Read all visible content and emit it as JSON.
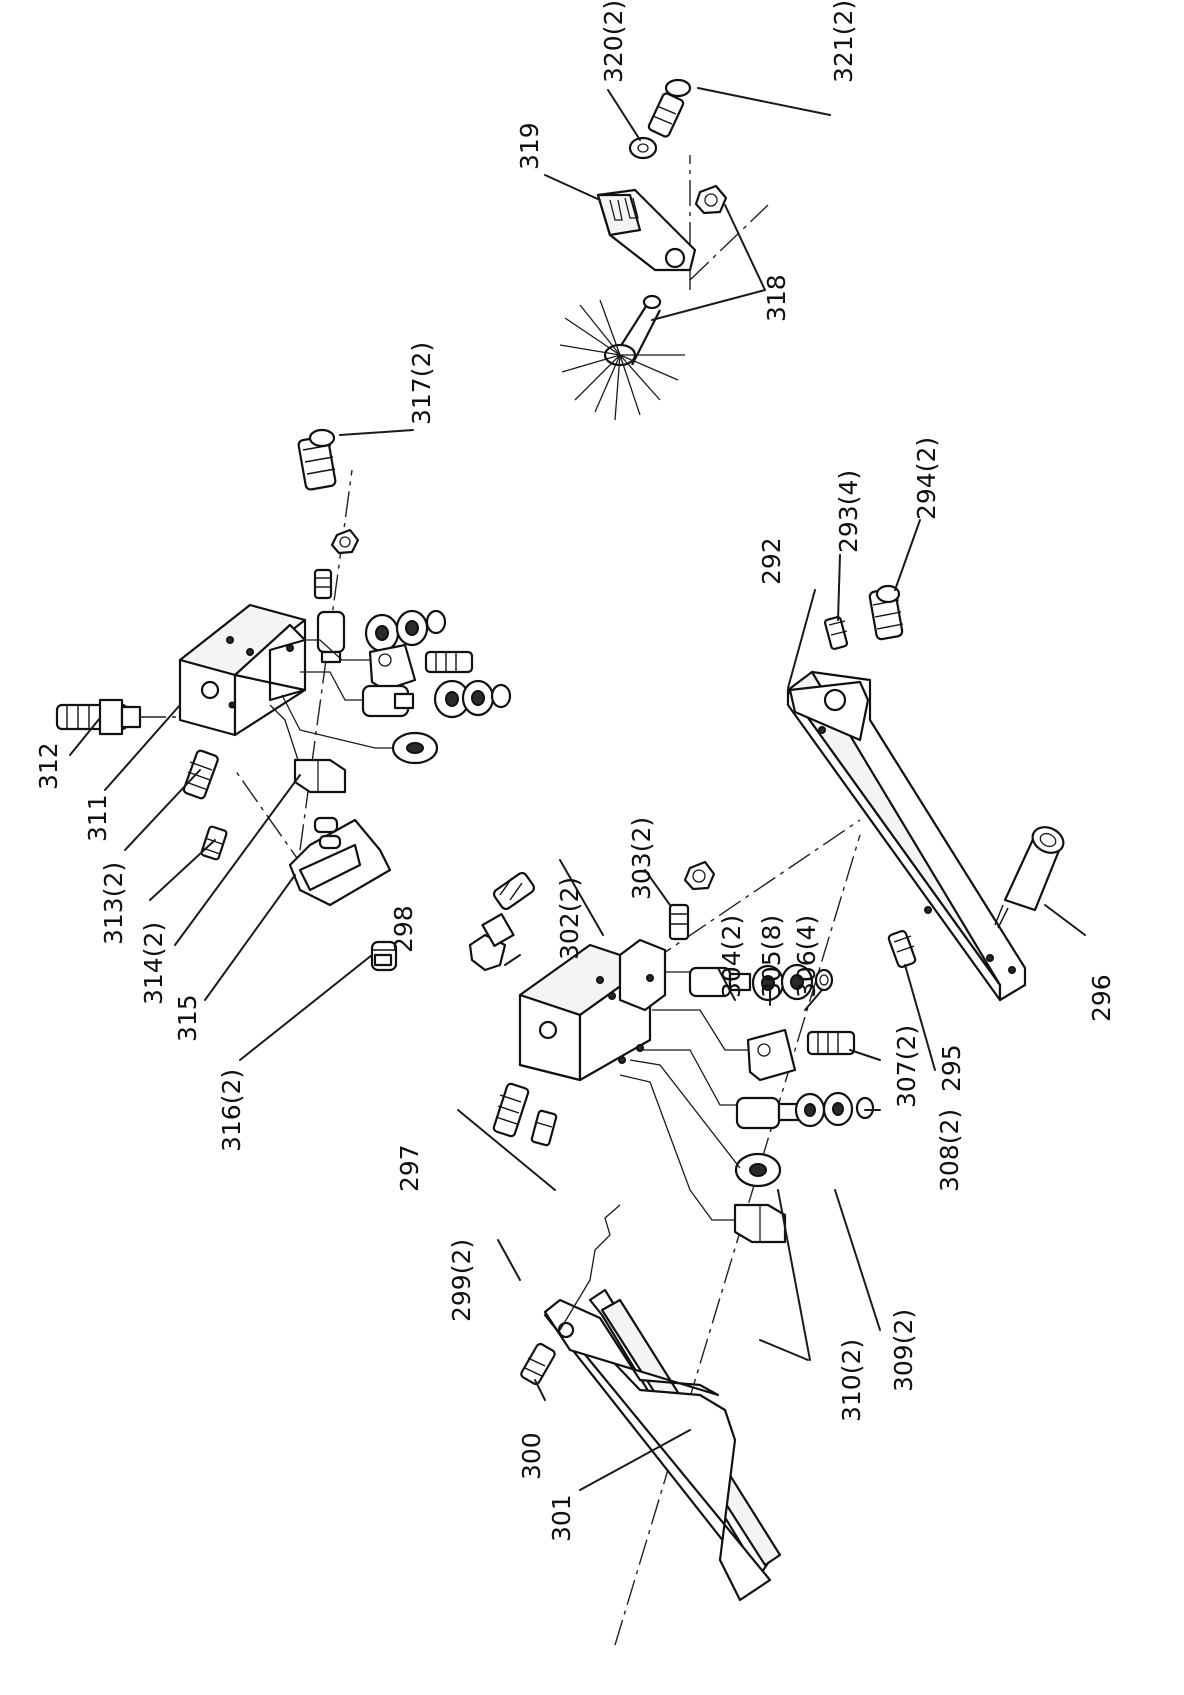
{
  "callouts": {
    "c292": "292",
    "c293": "293(4)",
    "c294": "294(2)",
    "c295": "295",
    "c296": "296",
    "c297": "297",
    "c298": "298",
    "c299": "299(2)",
    "c300": "300",
    "c301": "301",
    "c302": "302(2)",
    "c303": "303(2)",
    "c304": "304(2)",
    "c305": "305(8)",
    "c306": "306(4)",
    "c307": "307(2)",
    "c308": "308(2)",
    "c309": "309(2)",
    "c310": "310(2)",
    "c311": "311",
    "c312": "312",
    "c313": "313(2)",
    "c314": "314(2)",
    "c315": "315",
    "c316": "316(2)",
    "c317": "317(2)",
    "c318": "318",
    "c319": "319",
    "c320": "320(2)",
    "c321": "321(2)"
  }
}
